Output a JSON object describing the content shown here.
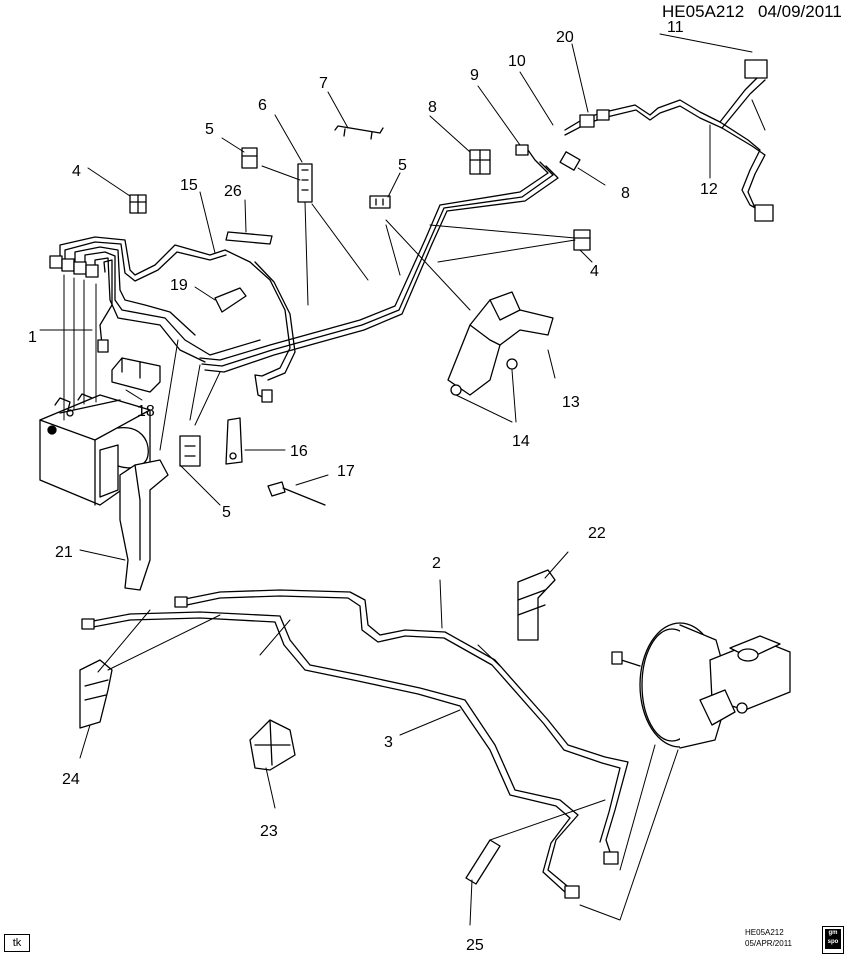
{
  "header": {
    "diagram_code": "HE05A212",
    "date": "04/09/2011"
  },
  "footer": {
    "tag": "tk",
    "diagram_code": "HE05A212",
    "date": "05/APR/2011",
    "badge": [
      "gm",
      "spo"
    ]
  },
  "callouts": {
    "c1": "1",
    "c2": "2",
    "c3": "3",
    "c4a": "4",
    "c4b": "4",
    "c5a": "5",
    "c5b": "5",
    "c5c": "5",
    "c6": "6",
    "c7": "7",
    "c8a": "8",
    "c8b": "8",
    "c9": "9",
    "c10": "10",
    "c11": "11",
    "c12": "12",
    "c13": "13",
    "c14": "14",
    "c15": "15",
    "c16": "16",
    "c17": "17",
    "c18": "18",
    "c19": "19",
    "c20": "20",
    "c21": "21",
    "c22": "22",
    "c23": "23",
    "c24": "24",
    "c25": "25",
    "c26": "26"
  }
}
